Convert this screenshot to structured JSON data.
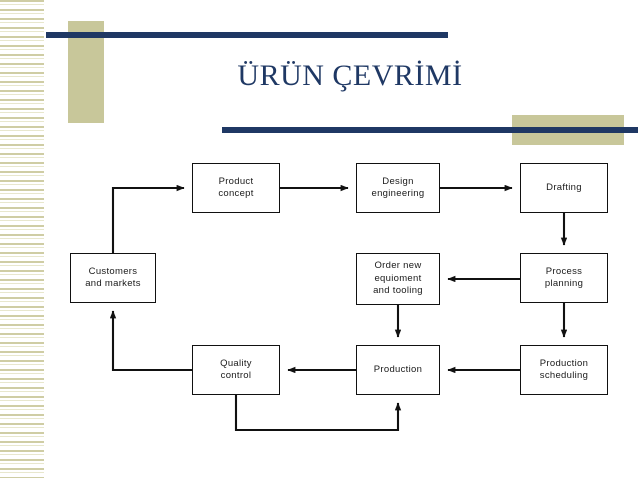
{
  "slide": {
    "title": "ÜRÜN ÇEVRİMİ",
    "background_color": "#ffffff",
    "accent_navy": "#1f3864",
    "accent_khaki": "#c8c79a",
    "stripe_color": "#cfcda4"
  },
  "decor": {
    "stripe_band_name": "left-striped-band",
    "block_top_name": "khaki-block-top",
    "bar_top_name": "navy-bar-top",
    "block_right_name": "khaki-block-right",
    "bar_bottom_name": "navy-bar-bottom"
  },
  "chart_data": {
    "type": "diagram",
    "title": "ÜRÜN ÇEVRİMİ",
    "diagram_kind": "flowchart-cycle",
    "nodes": [
      {
        "id": "product-concept",
        "label": "Product\nconcept",
        "row": 1,
        "col": 2
      },
      {
        "id": "design-engineering",
        "label": "Design\nengineering",
        "row": 1,
        "col": 3
      },
      {
        "id": "drafting",
        "label": "Drafting",
        "row": 1,
        "col": 4
      },
      {
        "id": "customers-markets",
        "label": "Customers\nand markets",
        "row": 2,
        "col": 1
      },
      {
        "id": "order-equipment",
        "label": "Order new\nequioment\nand tooling",
        "row": 2,
        "col": 3
      },
      {
        "id": "process-planning",
        "label": "Process\nplanning",
        "row": 2,
        "col": 4
      },
      {
        "id": "quality-control",
        "label": "Quality\ncontrol",
        "row": 3,
        "col": 2
      },
      {
        "id": "production",
        "label": "Production",
        "row": 3,
        "col": 3
      },
      {
        "id": "production-scheduling",
        "label": "Production\nscheduling",
        "row": 3,
        "col": 4
      }
    ],
    "edges": [
      {
        "from": "customers-markets",
        "to": "product-concept",
        "style": "elbow-up-right"
      },
      {
        "from": "product-concept",
        "to": "design-engineering",
        "style": "straight-right"
      },
      {
        "from": "design-engineering",
        "to": "drafting",
        "style": "straight-right"
      },
      {
        "from": "drafting",
        "to": "process-planning",
        "style": "straight-down"
      },
      {
        "from": "process-planning",
        "to": "order-equipment",
        "style": "straight-left"
      },
      {
        "from": "process-planning",
        "to": "production-scheduling",
        "style": "straight-down"
      },
      {
        "from": "order-equipment",
        "to": "production",
        "style": "straight-down"
      },
      {
        "from": "production-scheduling",
        "to": "production",
        "style": "straight-left"
      },
      {
        "from": "production",
        "to": "quality-control",
        "style": "straight-left"
      },
      {
        "from": "quality-control",
        "to": "customers-markets",
        "style": "elbow-left-up"
      },
      {
        "from": "quality-control",
        "to": "production",
        "style": "elbow-down-right-up"
      }
    ]
  }
}
